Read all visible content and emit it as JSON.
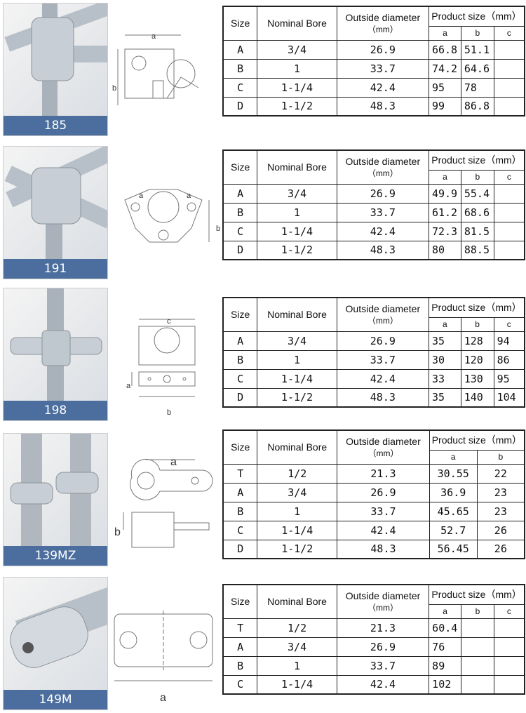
{
  "header": {
    "size": "Size",
    "bore": "Nominal Bore",
    "od": "Outside diameter",
    "od_unit": "（mm）",
    "product": "Product size（mm）"
  },
  "sections": [
    {
      "model": "185",
      "dims": [
        "a",
        "b"
      ],
      "cols": [
        "a",
        "b",
        "c"
      ],
      "rows": [
        [
          "A",
          "3/4",
          "26.9",
          "66.8",
          "51.1",
          ""
        ],
        [
          "B",
          "1",
          "33.7",
          "74.2",
          "64.6",
          ""
        ],
        [
          "C",
          "1-1/4",
          "42.4",
          "95",
          "78",
          ""
        ],
        [
          "D",
          "1-1/2",
          "48.3",
          "99",
          "86.8",
          ""
        ]
      ]
    },
    {
      "model": "191",
      "dims": [
        "a",
        "a",
        "b"
      ],
      "cols": [
        "a",
        "b",
        "c"
      ],
      "rows": [
        [
          "A",
          "3/4",
          "26.9",
          "49.9",
          "55.4",
          ""
        ],
        [
          "B",
          "1",
          "33.7",
          "61.2",
          "68.6",
          ""
        ],
        [
          "C",
          "1-1/4",
          "42.4",
          "72.3",
          "81.5",
          ""
        ],
        [
          "D",
          "1-1/2",
          "48.3",
          "80",
          "88.5",
          ""
        ]
      ]
    },
    {
      "model": "198",
      "dims": [
        "c",
        "a",
        "b"
      ],
      "cols": [
        "a",
        "b",
        "c"
      ],
      "rows": [
        [
          "A",
          "3/4",
          "26.9",
          "35",
          "128",
          "94"
        ],
        [
          "B",
          "1",
          "33.7",
          "30",
          "120",
          "86"
        ],
        [
          "C",
          "1-1/4",
          "42.4",
          "33",
          "130",
          "95"
        ],
        [
          "D",
          "1-1/2",
          "48.3",
          "35",
          "140",
          "104"
        ]
      ]
    },
    {
      "model": "139MZ",
      "dims": [
        "a",
        "b"
      ],
      "cols": [
        "a",
        "b"
      ],
      "rows": [
        [
          "T",
          "1/2",
          "21.3",
          "30.55",
          "22"
        ],
        [
          "A",
          "3/4",
          "26.9",
          "36.9",
          "23"
        ],
        [
          "B",
          "1",
          "33.7",
          "45.65",
          "23"
        ],
        [
          "C",
          "1-1/4",
          "42.4",
          "52.7",
          "26"
        ],
        [
          "D",
          "1-1/2",
          "48.3",
          "56.45",
          "26"
        ]
      ]
    },
    {
      "model": "149M",
      "dims": [
        "a"
      ],
      "cols": [
        "a",
        "b",
        "c"
      ],
      "rows": [
        [
          "T",
          "1/2",
          "21.3",
          "60.4",
          "",
          ""
        ],
        [
          "A",
          "3/4",
          "26.9",
          "76",
          "",
          ""
        ],
        [
          "B",
          "1",
          "33.7",
          "89",
          "",
          ""
        ],
        [
          "C",
          "1-1/4",
          "42.4",
          "102",
          "",
          ""
        ]
      ]
    }
  ]
}
